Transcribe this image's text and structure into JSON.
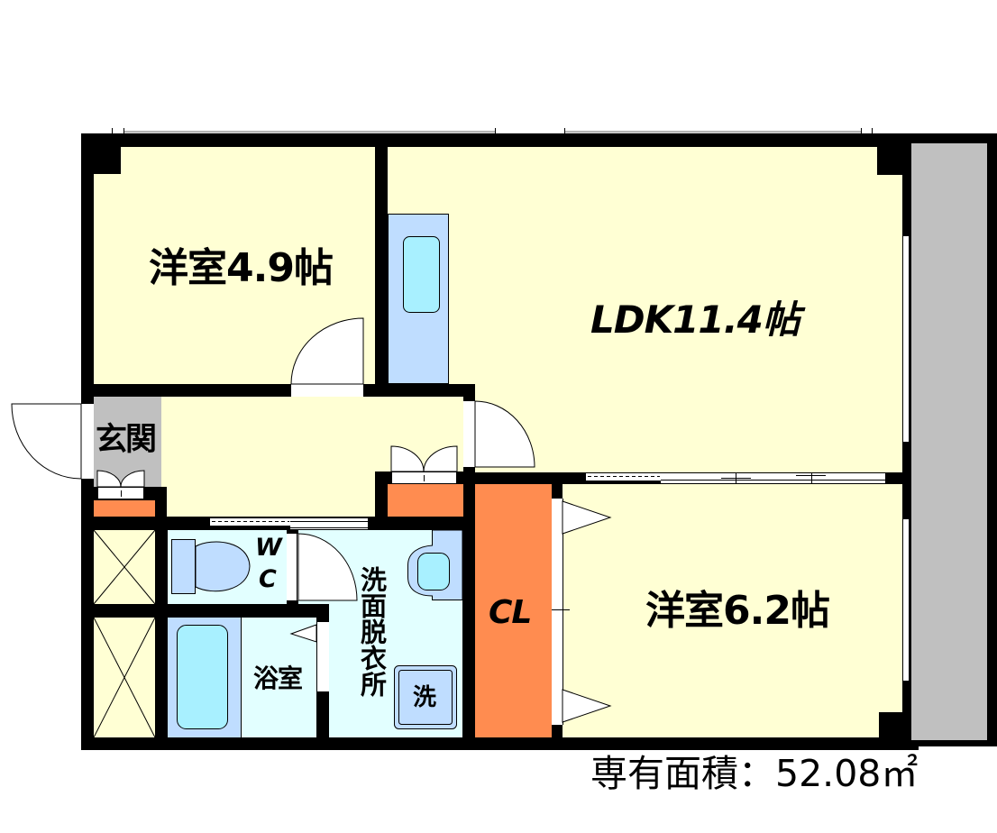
{
  "palette": {
    "wall": "#000000",
    "room_floor": "#FFFFD4",
    "wet_area_floor": "#E2FFFF",
    "fixture": "#BFDDFF",
    "fixture_inner": "#A8F0FF",
    "storage": "#FF8C50",
    "entrance_floor": "#C0C0C0",
    "balcony": "#C0C0C0",
    "door": "#FFFFFF",
    "exterior_line": "#B4B4B4"
  },
  "rooms": {
    "western_room_small": {
      "label": "洋室4.9帖"
    },
    "ldk": {
      "label": "LDK11.4帖"
    },
    "western_room_large": {
      "label": "洋室6.2帖"
    },
    "entrance": {
      "label": "玄関"
    },
    "closet": {
      "label": "CL"
    },
    "toilet": {
      "label_top": "W",
      "label_bottom": "C"
    },
    "bathroom": {
      "label": "浴室"
    },
    "washroom": {
      "label": "洗面脱衣所"
    }
  },
  "fixtures": {
    "washing_machine": {
      "label": "洗"
    }
  },
  "footer": {
    "area_label": "専有面積",
    "separator": "：",
    "area_value": "52.08",
    "area_unit": "㎡"
  }
}
